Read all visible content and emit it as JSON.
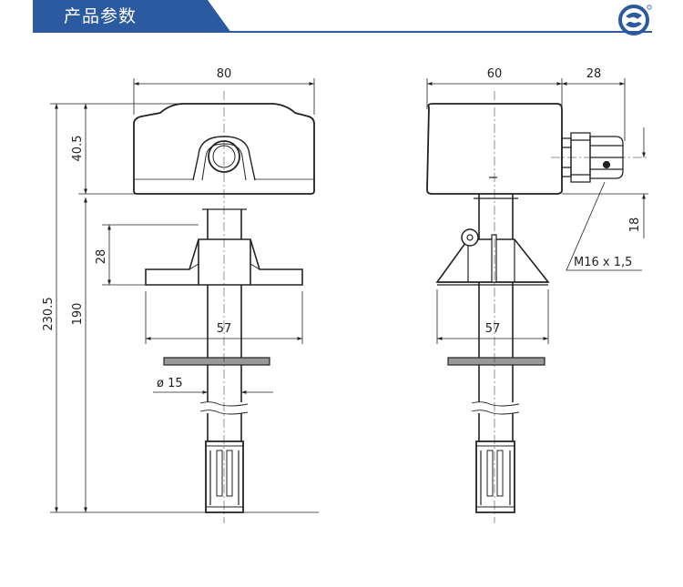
{
  "header": {
    "title": "产品参数",
    "logo_icon": "brand-logo-icon",
    "accent_color": "#2c5aa0"
  },
  "front_view": {
    "width_top": "80",
    "housing_height": "40.5",
    "total_height": "230.5",
    "stem_length": "190",
    "flange_height": "28",
    "flange_width": "57",
    "tube_diameter": "ø 15"
  },
  "side_view": {
    "housing_depth": "60",
    "gland_length": "28",
    "gland_offset": "18",
    "thread_label": "M16 x 1,5",
    "flange_width": "57"
  }
}
